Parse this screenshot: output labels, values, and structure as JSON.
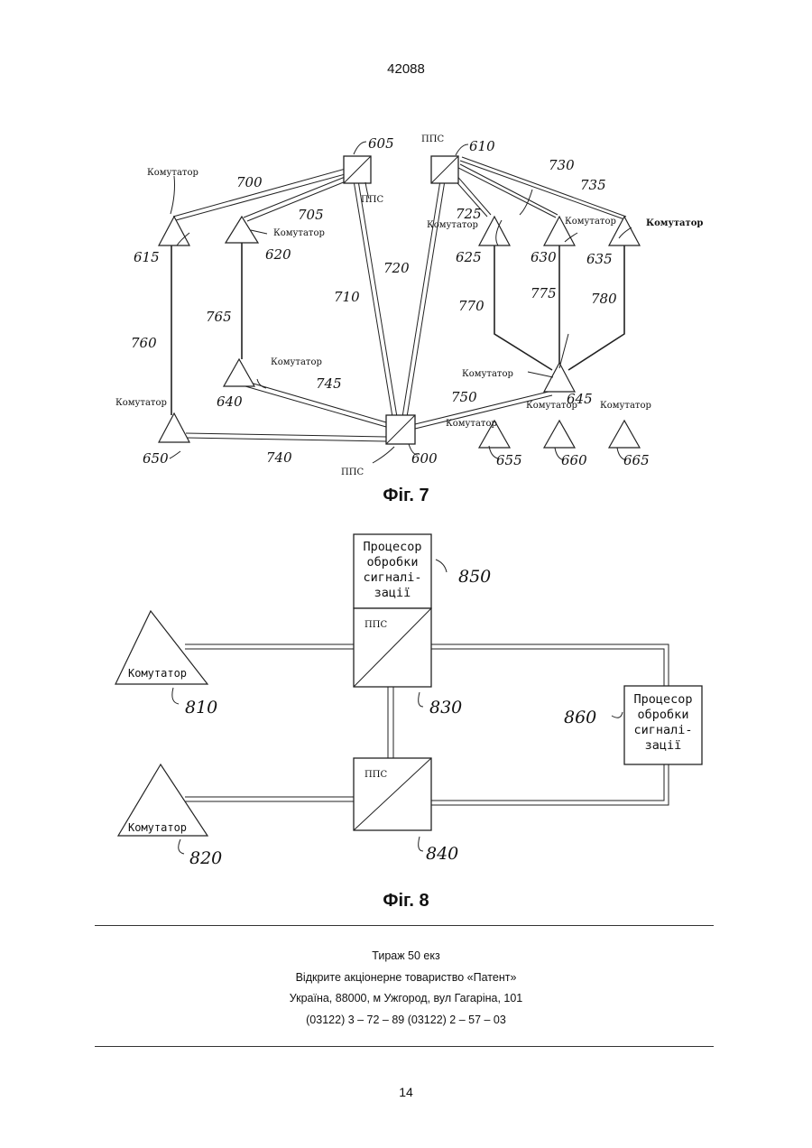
{
  "header": {
    "page_number": "42088"
  },
  "fig7": {
    "caption": "Фіг. 7",
    "nodes": {
      "stp_600": {
        "ref": "600",
        "label": "ППС"
      },
      "stp_605": {
        "ref": "605",
        "label": "ППС"
      },
      "stp_610": {
        "ref": "610",
        "label": "ППС"
      },
      "sw_615": {
        "ref": "615",
        "label": "Комутатор"
      },
      "sw_620": {
        "ref": "620",
        "label": "Комутатор"
      },
      "sw_625": {
        "ref": "625",
        "label": "Комутатор"
      },
      "sw_630": {
        "ref": "630",
        "label": "Комутатор"
      },
      "sw_635": {
        "ref": "635",
        "label": "Комутатор"
      },
      "sw_640": {
        "ref": "640",
        "label": "Комутатор"
      },
      "sw_645": {
        "ref": "645",
        "label": "Комутатор"
      },
      "sw_650": {
        "ref": "650",
        "label": "Комутатор"
      },
      "sw_655": {
        "ref": "655",
        "label": "Комутатор"
      },
      "sw_660": {
        "ref": "660",
        "label": "Комутатор"
      },
      "sw_665": {
        "ref": "665",
        "label": "Комутатор"
      }
    },
    "links": {
      "l700": "700",
      "l705": "705",
      "l710": "710",
      "l720": "720",
      "l725": "725",
      "l730": "730",
      "l735": "735",
      "l740": "740",
      "l745": "745",
      "l750": "750",
      "l760": "760",
      "l765": "765",
      "l770": "770",
      "l775": "775",
      "l780": "780"
    }
  },
  "fig8": {
    "caption": "Фіг. 8",
    "processor_850": {
      "ref": "850",
      "lines": [
        "Процесор",
        "обробки",
        "сигналі-",
        "зації"
      ]
    },
    "processor_860": {
      "ref": "860",
      "lines": [
        "Процесор",
        "обробки",
        "сигналі-",
        "зації"
      ]
    },
    "stp_830": {
      "ref": "830",
      "label": "ППС"
    },
    "stp_840": {
      "ref": "840",
      "label": "ППС"
    },
    "switch_810": {
      "ref": "810",
      "label": "Комутатор"
    },
    "switch_820": {
      "ref": "820",
      "label": "Комутатор"
    }
  },
  "footer": {
    "circulation": "Тираж 50 екз",
    "company": "Відкрите акціонерне товариство «Патент»",
    "address": "Україна, 88000, м  Ужгород, вул  Гагаріна, 101",
    "phones": "(03122) 3 – 72 – 89   (03122) 2 – 57 – 03",
    "page_number": "14"
  }
}
